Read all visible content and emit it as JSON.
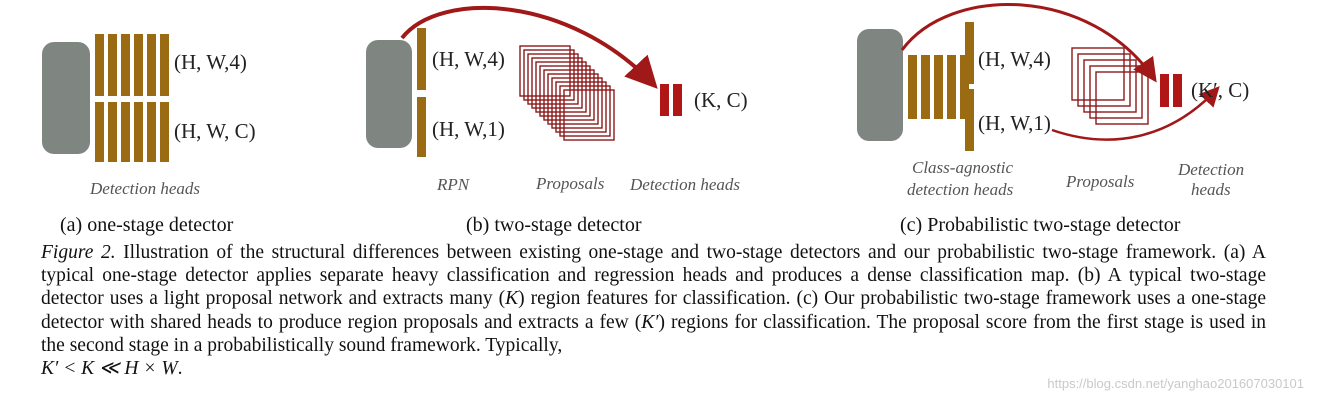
{
  "panel_a": {
    "label_top": "(H, W,4)",
    "label_bottom": "(H, W, C)",
    "heads_label": "Detection heads",
    "subcaption": "(a) one-stage detector"
  },
  "panel_b": {
    "label_top": "(H, W,4)",
    "label_bottom": "(H, W,1)",
    "output_label": "(K, C)",
    "rpn_label": "RPN",
    "proposals_label": "Proposals",
    "heads_label": "Detection heads",
    "subcaption": "(b) two-stage detector"
  },
  "panel_c": {
    "label_top": "(H, W,4)",
    "label_bottom": "(H, W,1)",
    "output_label": "(K′, C)",
    "agnostic_line1": "Class-agnostic",
    "agnostic_line2": "detection heads",
    "proposals_label": "Proposals",
    "heads_line1": "Detection",
    "heads_line2": "heads",
    "subcaption": "(c) Probabilistic two-stage detector"
  },
  "caption": {
    "figure_label": "Figure 2.",
    "text1": " Illustration of the structural differences between existing one-stage and two-stage detectors and our probabilistic two-stage framework. (a) A typical one-stage detector applies separate heavy classification and regression heads and produces a dense classification map. (b) A typical two-stage detector uses a light proposal network and extracts many (",
    "k": "K",
    "text2": ") region features for classification. (c) Our probabilistic two-stage framework uses a one-stage detector with shared heads to produce region proposals and extracts a few (",
    "kprime": "K′",
    "text3": ") regions for classification. The proposal score from the first stage is used in the second stage in a probabilistically sound framework. Typically, ",
    "final_math": "K′ < K ≪ H × W",
    "final_end": "."
  },
  "watermark": "https://blog.csdn.net/yanghao201607030101",
  "colors": {
    "backbone": "#7f8681",
    "head_bar": "#9a6b12",
    "proposal": "#8b1a1a",
    "output": "#b01616",
    "arrow": "#a01818"
  }
}
